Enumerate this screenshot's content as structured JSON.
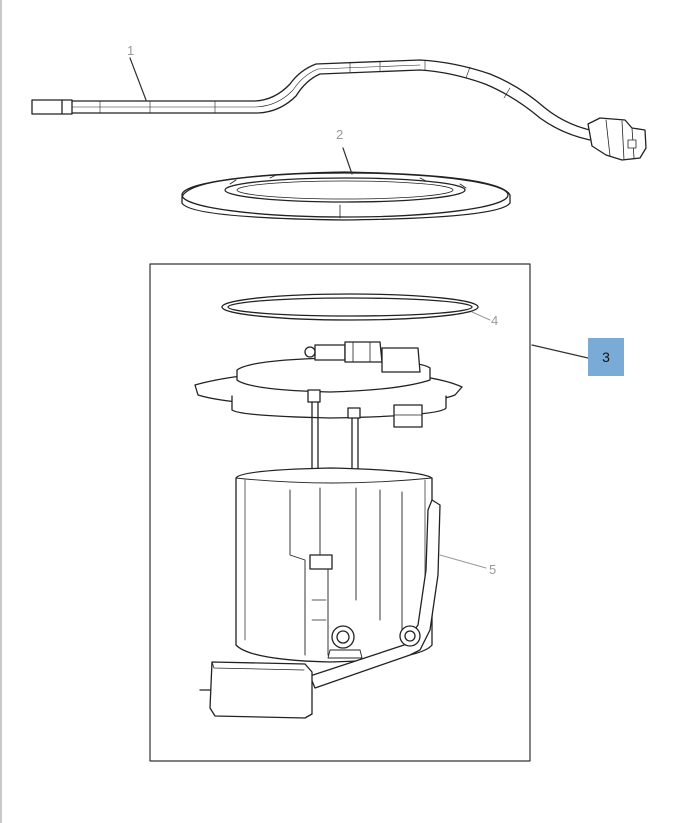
{
  "callouts": {
    "c1": "1",
    "c2": "2",
    "c3": "3",
    "c4": "4",
    "c5": "5"
  },
  "colors": {
    "highlight": "#7aaad6",
    "callout_text": "#9a9a9a",
    "line_art": "#222222"
  }
}
